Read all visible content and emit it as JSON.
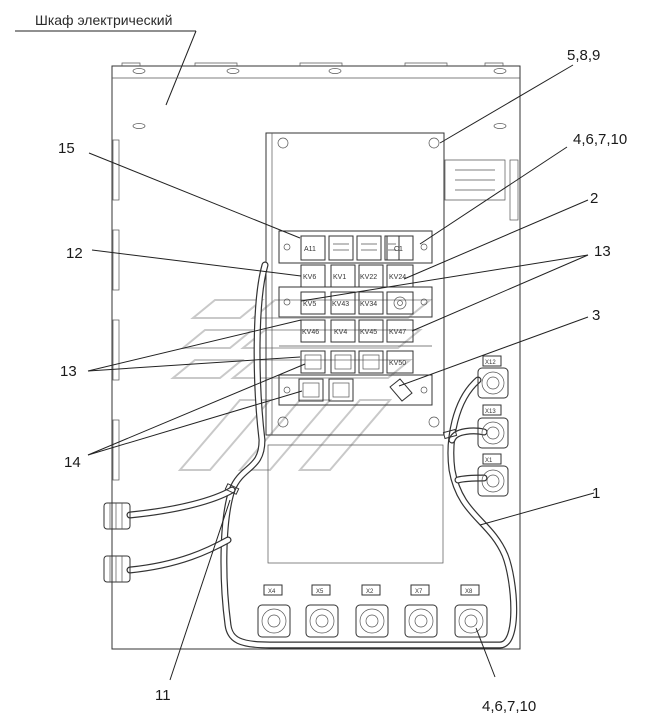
{
  "title": "Шкаф электрический",
  "callouts": {
    "c1": "5,8,9",
    "c2": "4,6,7,10",
    "c3": "15",
    "c4": "2",
    "c5": "12",
    "c6": "13",
    "c7": "13",
    "c8": "3",
    "c9": "14",
    "c10": "1",
    "c11": "11",
    "c12": "4,6,7,10"
  },
  "relays": {
    "r1": [
      "A11",
      "",
      "",
      "",
      "C1"
    ],
    "r2": [
      "KV6",
      "KV1",
      "KV22",
      "KV24"
    ],
    "r3": [
      "KV5",
      "KV43",
      "KV34",
      ""
    ],
    "r4": [
      "KV46",
      "KV4",
      "KV45",
      "KV47"
    ],
    "r5": [
      "",
      "",
      "",
      "KV50"
    ]
  },
  "connectors_right": [
    "X12",
    "X13",
    "X1"
  ],
  "connectors_bottom": [
    "X4",
    "X5",
    "X2",
    "X7",
    "X8"
  ]
}
